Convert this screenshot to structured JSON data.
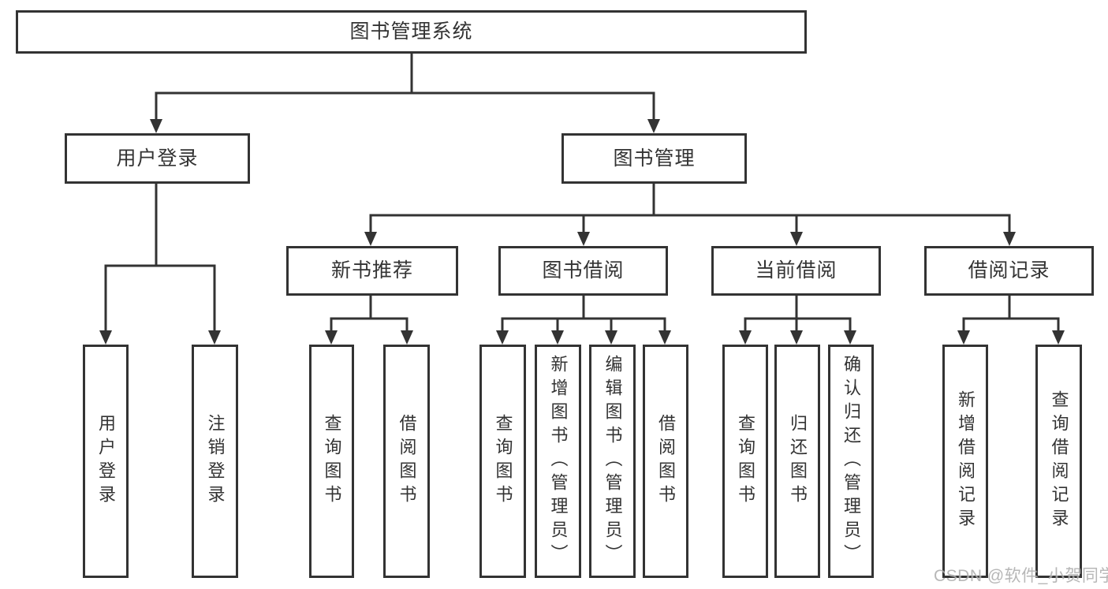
{
  "tree": {
    "label": "图书管理系统",
    "children": [
      {
        "label": "用户登录",
        "children": [
          {
            "label": "用户登录"
          },
          {
            "label": "注销登录"
          }
        ]
      },
      {
        "label": "图书管理",
        "children": [
          {
            "label": "新书推荐",
            "children": [
              {
                "label": "查询图书"
              },
              {
                "label": "借阅图书"
              }
            ]
          },
          {
            "label": "图书借阅",
            "children": [
              {
                "label": "查询图书"
              },
              {
                "label": "新增图书（管理员）"
              },
              {
                "label": "编辑图书（管理员）"
              },
              {
                "label": "借阅图书"
              }
            ]
          },
          {
            "label": "当前借阅",
            "children": [
              {
                "label": "查询图书"
              },
              {
                "label": "归还图书"
              },
              {
                "label": "确认归还（管理员）"
              }
            ]
          },
          {
            "label": "借阅记录",
            "children": [
              {
                "label": "新增借阅记录"
              },
              {
                "label": "查询借阅记录"
              }
            ]
          }
        ]
      }
    ]
  },
  "watermark": {
    "text": "CSDN @软件_小贺同学"
  },
  "colors": {
    "line": "#333333",
    "box_border": "#333333",
    "text": "#333333",
    "watermark": "#ababab",
    "background": "#ffffff"
  }
}
